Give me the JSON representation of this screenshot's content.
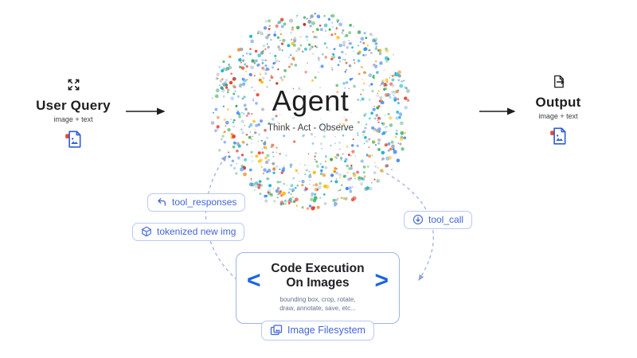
{
  "colors": {
    "accent_blue": "#4265d6",
    "chevron_blue": "#1a63e8",
    "pill_border": "#b9c9f2",
    "box_border": "#9db4ef",
    "dash_line": "#9fb0e6",
    "arrow_dark": "#1f1f1f",
    "dot_palette": [
      {
        "color": "#4285F4",
        "w": 14
      },
      {
        "color": "#8AB4F8",
        "w": 9
      },
      {
        "color": "#12B5CB",
        "w": 10
      },
      {
        "color": "#34A853",
        "w": 10
      },
      {
        "color": "#81C995",
        "w": 6
      },
      {
        "color": "#FBBC04",
        "w": 7
      },
      {
        "color": "#F0821E",
        "w": 4
      },
      {
        "color": "#EA4335",
        "w": 7
      },
      {
        "color": "#C5221F",
        "w": 3
      },
      {
        "color": "#9AA0A6",
        "w": 12
      },
      {
        "color": "#C9D1DC",
        "w": 10
      }
    ]
  },
  "flow": {
    "user_query": {
      "title": "User Query",
      "meta": "image + text"
    },
    "agent": {
      "title": "Agent",
      "subtitle": "Think - Act - Observe"
    },
    "output": {
      "title": "Output",
      "meta": "image + text"
    }
  },
  "loop": {
    "tool_responses_label": "tool_responses",
    "tokenized_label": "tokenized new img",
    "tool_call_label": "tool_call",
    "filesystem_label": "Image Filesystem",
    "code_box": {
      "chev_left": "<",
      "chev_right": ">",
      "line1": "Code Execution",
      "line2": "On Images",
      "caption1": "bounding box, crop, rotate,",
      "caption2": "draw, annotate, save, etc..."
    }
  }
}
